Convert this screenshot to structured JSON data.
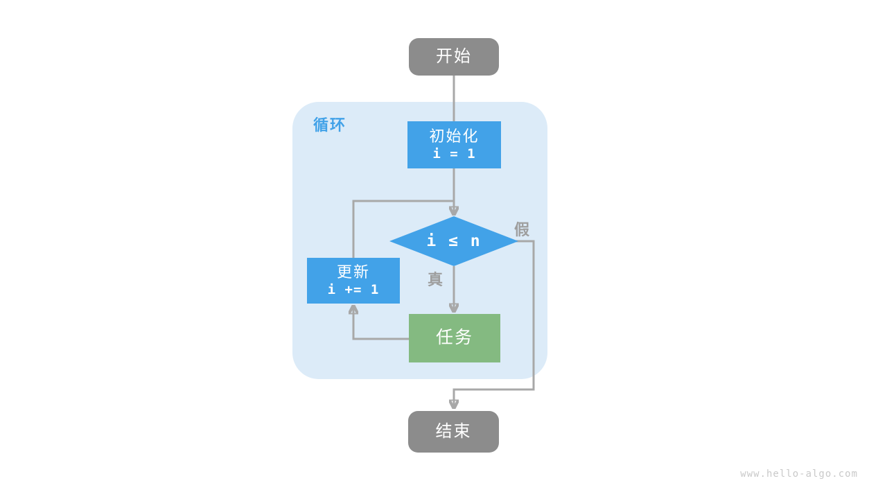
{
  "flowchart": {
    "loop_container_label": "循环",
    "nodes": {
      "start": {
        "label": "开始"
      },
      "init": {
        "label": "初始化",
        "code": "i = 1"
      },
      "condition": {
        "code": "i ≤ n"
      },
      "update": {
        "label": "更新",
        "code": "i += 1"
      },
      "task": {
        "label": "任务"
      },
      "end": {
        "label": "结束"
      }
    },
    "edge_labels": {
      "true_branch": "真",
      "false_branch": "假"
    },
    "colors": {
      "node_blue": "#42A2E8",
      "node_green": "#84BA81",
      "node_gray": "#8C8C8C",
      "loop_background": "#DCEBF8",
      "connector_gray": "#A8A8A8",
      "edge_label_gray": "#9E9E9E",
      "watermark_gray": "#C9C9C9"
    }
  },
  "footer": {
    "watermark": "www.hello-algo.com"
  }
}
